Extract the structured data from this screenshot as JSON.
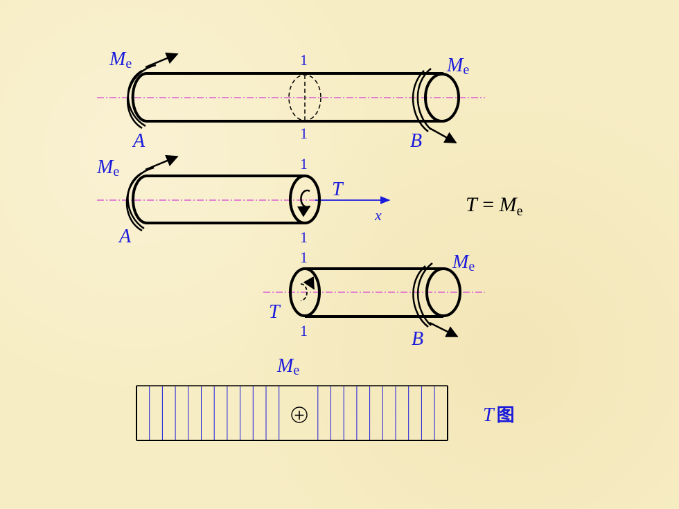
{
  "figure": {
    "moment_label": "M",
    "moment_subscript": "e",
    "section_label": "1",
    "end_a_label": "A",
    "end_b_label": "B",
    "torque_label": "T",
    "axis_label": "x"
  },
  "equation": {
    "lhs": "T",
    "op": " = ",
    "rhs": "M",
    "rhs_subscript": "e"
  },
  "torque_diagram": {
    "title_letter": "T",
    "title_char": "图",
    "top_label": "M",
    "top_label_subscript": "e",
    "sign": "+"
  },
  "colors": {
    "background": "#f7edc4",
    "label_blue": "#1a1adc",
    "axis_magenta": "#d640d6"
  }
}
